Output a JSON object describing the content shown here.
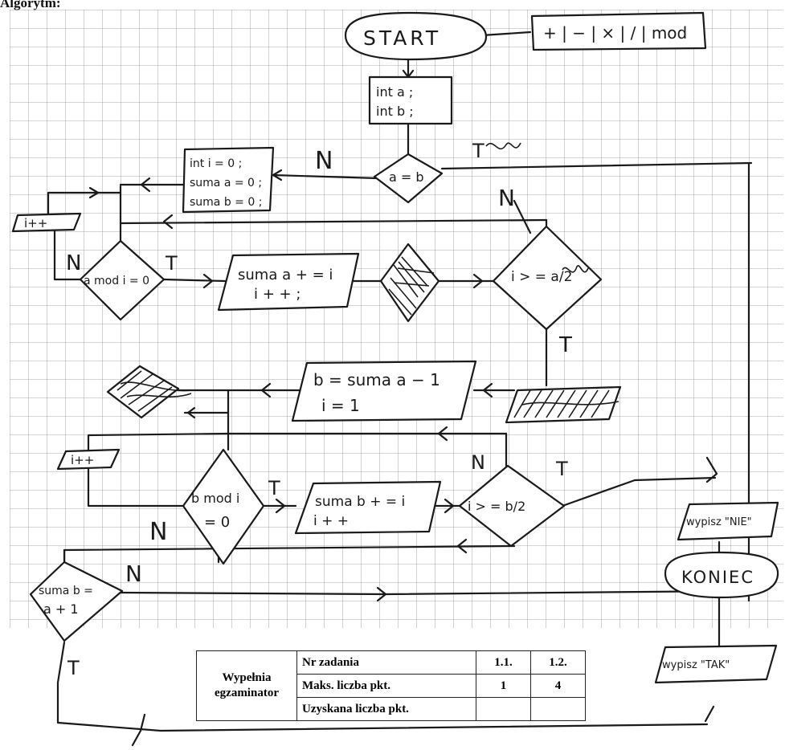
{
  "page": {
    "title": "Algorytm:"
  },
  "operators_box": {
    "text": "+ | − | × | / | mod"
  },
  "flowchart": {
    "start": "START",
    "init": [
      "int a ;",
      "int b ;"
    ],
    "compare_ab": "a = b",
    "branch_yes_top": "T",
    "branch_no_top": "N",
    "declare": [
      "int i = 0 ;",
      "suma a = 0 ;",
      "suma b = 0 ;"
    ],
    "increment_left": "i++",
    "amod_decision": "a mod i = 0",
    "amod_no": "N",
    "amod_yes": "T",
    "suma_a_process": [
      "suma a + = i",
      "i + + ;"
    ],
    "loop_check_a": "i > = a/2",
    "loop_check_a_no": "N",
    "loop_check_a_yes": "T",
    "assign_b": [
      "b = suma a − 1",
      "i = 1"
    ],
    "increment_b": "i++",
    "bmod_decision": [
      "b mod i",
      "= 0"
    ],
    "bmod_yes": "T",
    "bmod_no": "N",
    "suma_b_process": [
      "suma b + = i",
      "i + +"
    ],
    "loop_check_b": "i > = b/2",
    "loop_check_b_no": "N",
    "loop_check_b_yes": "T",
    "final_decision": [
      "suma b =",
      "a + 1"
    ],
    "final_no": "N",
    "final_yes": "T",
    "output_no": "wypisz \"NIE\"",
    "end": "KONIEC",
    "output_yes": "wypisz \"TAK\""
  },
  "score_table": {
    "header": "Wypełnia egzaminator",
    "rows": [
      {
        "label": "Nr zadania",
        "c1": "1.1.",
        "c2": "1.2."
      },
      {
        "label": "Maks. liczba pkt.",
        "c1": "1",
        "c2": "4"
      },
      {
        "label": "Uzyskana liczba pkt.",
        "c1": "",
        "c2": ""
      }
    ]
  }
}
